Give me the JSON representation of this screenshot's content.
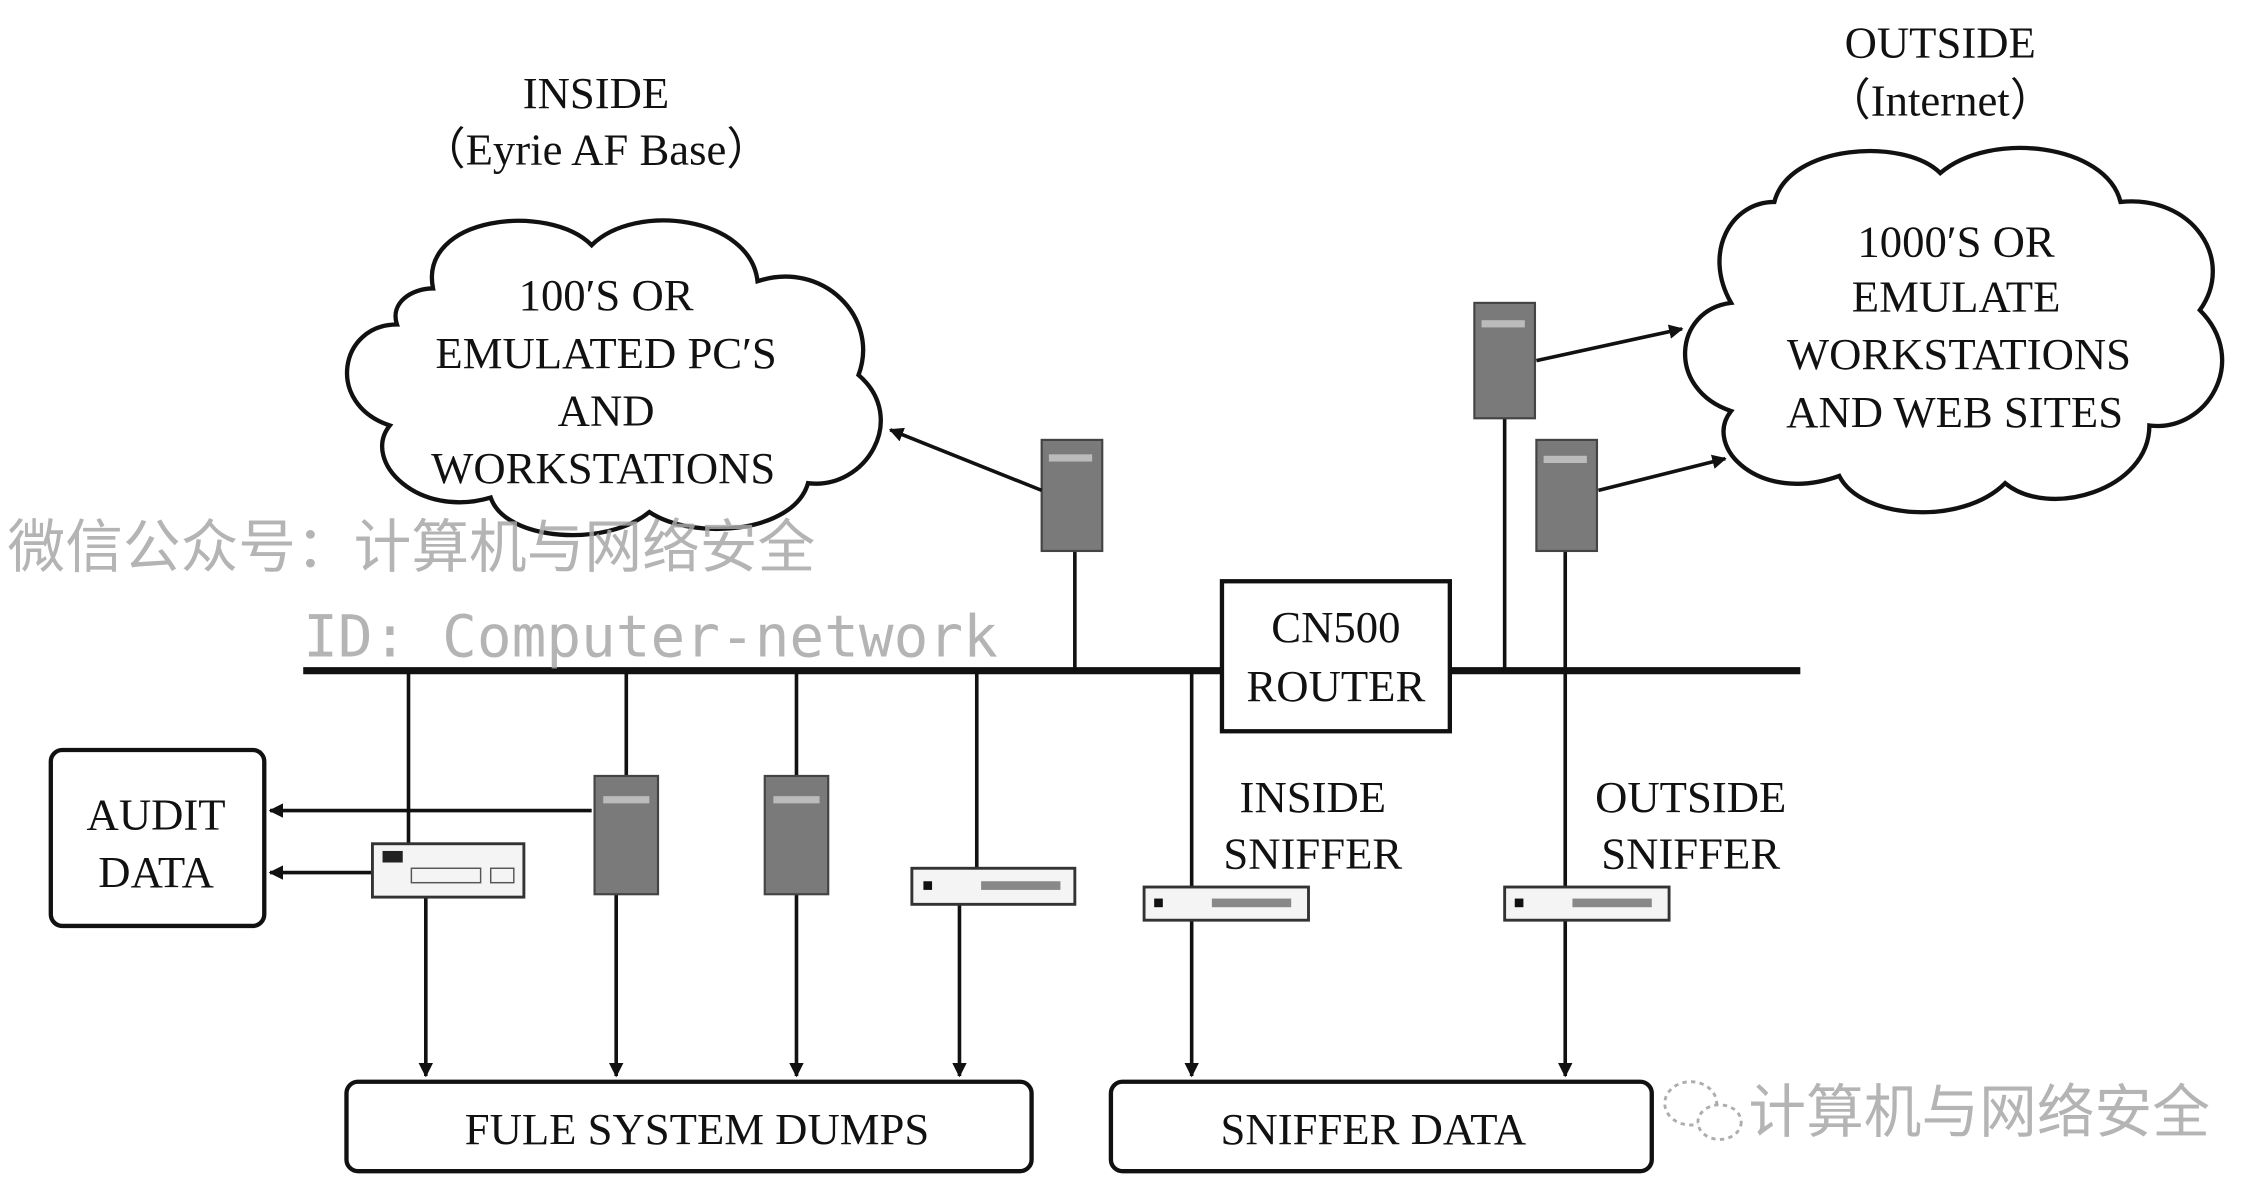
{
  "inside": {
    "title": "INSIDE",
    "subtitle": "（Eyrie AF Base）",
    "cloud_lines": [
      "100′S OR",
      "EMULATED PC′S",
      "AND",
      "WORKSTATIONS"
    ]
  },
  "outside": {
    "title": "OUTSIDE",
    "subtitle": "（Internet）",
    "cloud_lines": [
      "1000′S OR",
      "EMULATE",
      "WORKSTATIONS",
      "AND WEB SITES"
    ]
  },
  "router": {
    "lines": [
      "CN500",
      "ROUTER"
    ]
  },
  "audit": {
    "lines": [
      "AUDIT",
      "DATA"
    ]
  },
  "inside_sniffer": {
    "lines": [
      "INSIDE",
      "SNIFFER"
    ]
  },
  "outside_sniffer": {
    "lines": [
      "OUTSIDE",
      "SNIFFER"
    ]
  },
  "dumps": {
    "label": "FULE SYSTEM DUMPS"
  },
  "sniffer_data": {
    "label": "SNIFFER DATA"
  },
  "watermark": {
    "line1": "微信公众号：计算机与网络安全",
    "line2": "ID: Computer-network",
    "logo_text": "计算机与网络安全",
    "logo_icon": "wechat-icon"
  }
}
